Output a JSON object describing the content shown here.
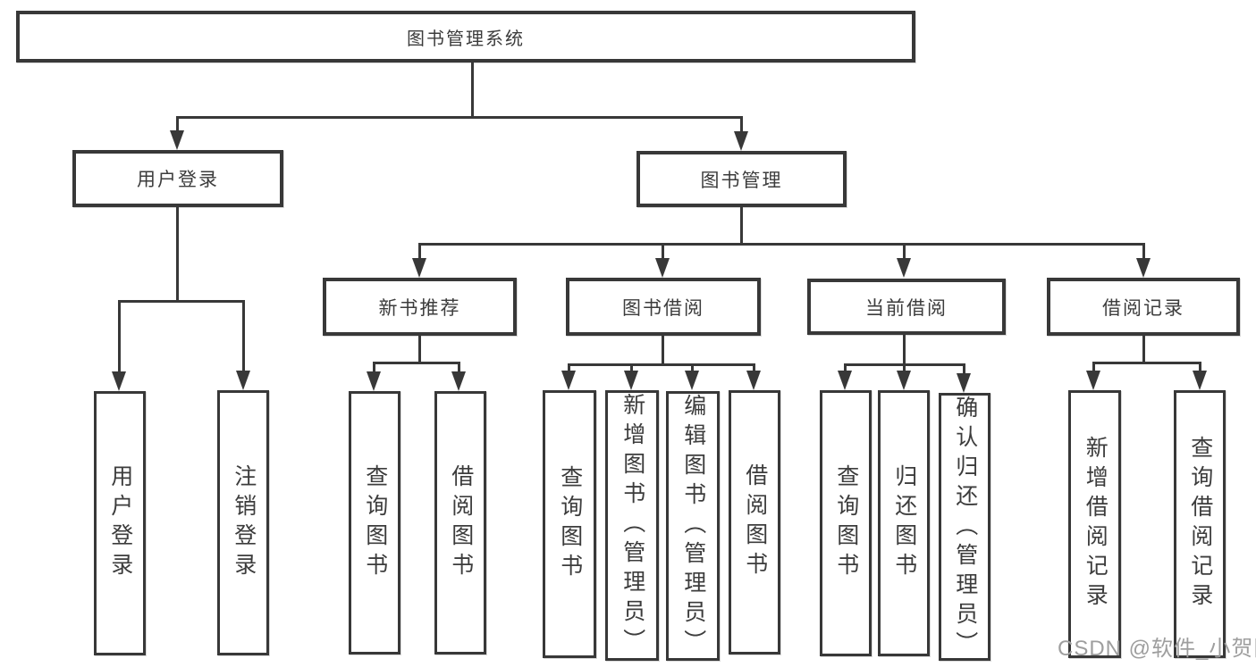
{
  "tree": {
    "label": "图书管理系统",
    "children": [
      {
        "label": "用户登录",
        "children": [
          {
            "label": "用户登录"
          },
          {
            "label": "注销登录"
          }
        ]
      },
      {
        "label": "图书管理",
        "children": [
          {
            "label": "新书推荐",
            "children": [
              {
                "label": "查询图书"
              },
              {
                "label": "借阅图书"
              }
            ]
          },
          {
            "label": "图书借阅",
            "children": [
              {
                "label": "查询图书"
              },
              {
                "label": "新增图书（管理员）"
              },
              {
                "label": "编辑图书（管理员）"
              },
              {
                "label": "借阅图书"
              }
            ]
          },
          {
            "label": "当前借阅",
            "children": [
              {
                "label": "查询图书"
              },
              {
                "label": "归还图书"
              },
              {
                "label": "确认归还（管理员）"
              }
            ]
          },
          {
            "label": "借阅记录",
            "children": [
              {
                "label": "新增借阅记录"
              },
              {
                "label": "查询借阅记录"
              }
            ]
          }
        ]
      }
    ]
  },
  "watermark": {
    "text": "CSDN @软件_小贺同学"
  },
  "colors": {
    "line": "#383838",
    "text": "#3c3c3c",
    "box_background": "#ffffff",
    "watermark": "#9e9e9e",
    "page_background": "#ffffff"
  }
}
